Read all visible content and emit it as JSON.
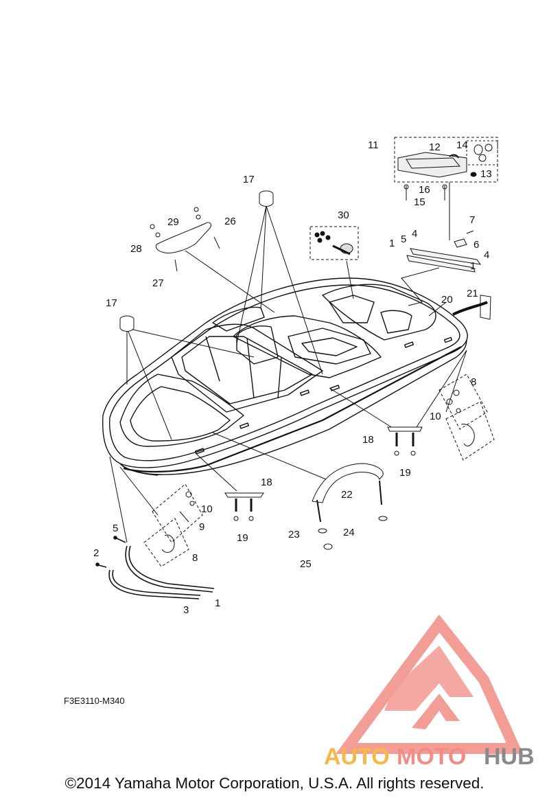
{
  "callouts": [
    {
      "n": "1"
    },
    {
      "n": "1"
    },
    {
      "n": "1"
    },
    {
      "n": "2"
    },
    {
      "n": "3"
    },
    {
      "n": "4"
    },
    {
      "n": "4"
    },
    {
      "n": "5"
    },
    {
      "n": "5"
    },
    {
      "n": "6"
    },
    {
      "n": "7"
    },
    {
      "n": "8"
    },
    {
      "n": "8"
    },
    {
      "n": "9"
    },
    {
      "n": "10"
    },
    {
      "n": "10"
    },
    {
      "n": "11"
    },
    {
      "n": "12"
    },
    {
      "n": "13"
    },
    {
      "n": "14"
    },
    {
      "n": "15"
    },
    {
      "n": "16"
    },
    {
      "n": "17"
    },
    {
      "n": "17"
    },
    {
      "n": "18"
    },
    {
      "n": "18"
    },
    {
      "n": "19"
    },
    {
      "n": "19"
    },
    {
      "n": "20"
    },
    {
      "n": "21"
    },
    {
      "n": "22"
    },
    {
      "n": "23"
    },
    {
      "n": "24"
    },
    {
      "n": "25"
    },
    {
      "n": "26"
    },
    {
      "n": "27"
    },
    {
      "n": "28"
    },
    {
      "n": "29"
    },
    {
      "n": "30"
    }
  ],
  "figure_code": "F3E3110-M340",
  "copyright": "©2014 Yamaha Motor Corporation, U.S.A. All rights reserved.",
  "watermark": {
    "word_auto": "AUTO",
    "word_moto": "MOTO",
    "word_hub": "HUB",
    "color_auto": "#f7b84a",
    "color_moto": "#f28d86",
    "color_hub": "#8a8a8a",
    "logo_color": "#f28d86"
  }
}
